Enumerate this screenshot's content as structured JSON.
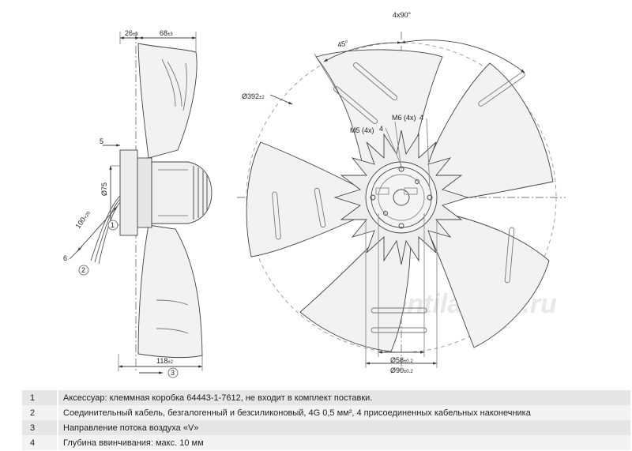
{
  "drawing": {
    "side_view": {
      "dim_26": "26",
      "dim_26_tol": "±3",
      "dim_68": "68",
      "dim_68_tol": "±3",
      "dim_5": "5",
      "dim_75": "Ø75",
      "dim_100": "100",
      "dim_100_tol": "+20",
      "dim_6": "6",
      "dim_118": "118",
      "dim_118_tol": "±2",
      "callout_1": "1",
      "callout_2": "2",
      "callout_3": "3"
    },
    "front_view": {
      "angle_4x90": "4x90°",
      "angle_45": "45°",
      "dim_392": "Ø392",
      "dim_392_tol": "±2",
      "m6": "M6 (4x)",
      "m6_depth": "4",
      "m5": "M5 (4x)",
      "m5_depth": "4",
      "dim_58": "Ø58",
      "dim_58_tol": "±0.2",
      "dim_90": "Ø90",
      "dim_90_tol": "±0.2"
    },
    "watermark": "Ventilatorry.ru"
  },
  "notes": [
    {
      "num": "1",
      "text": "Аксессуар: клеммная коробка 64443-1-7612, не входит в комплект поставки."
    },
    {
      "num": "2",
      "text": "Соединительный кабель, безгалогенный и безсиликоновый, 4G 0,5 мм², 4 присоединенных кабельных наконечника"
    },
    {
      "num": "3",
      "text": "Направление потока воздуха «V»"
    },
    {
      "num": "4",
      "text": "Глубина ввинчивания: макс. 10 мм"
    }
  ]
}
